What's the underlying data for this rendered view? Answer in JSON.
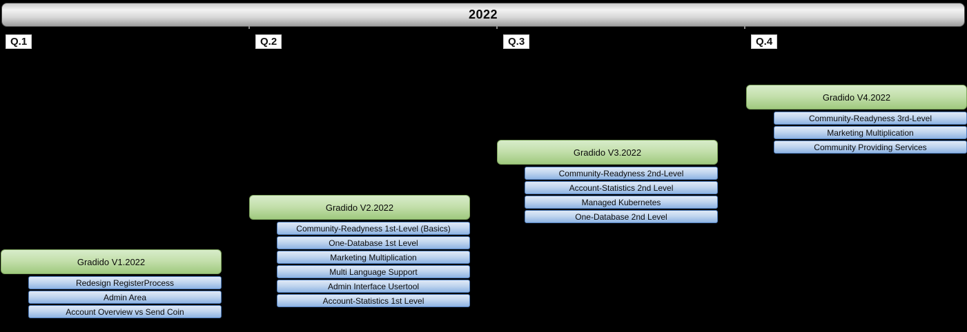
{
  "year": {
    "title": "2022"
  },
  "colors": {
    "background": "#000000",
    "year_bar_light": "#f2f2f2",
    "year_bar_dark": "#9c9c9c",
    "release_green_top": "#d8ecca",
    "release_green_bottom": "#9fc97e",
    "release_green_border": "#7fa65e",
    "item_blue_top": "#dfe9f7",
    "item_blue_bottom": "#8fb4e3",
    "item_blue_border": "#4f7dbc"
  },
  "quarters": [
    {
      "label": "Q.1",
      "release": "Gradido V1.2022",
      "items": [
        "Redesign RegisterProcess",
        "Admin Area",
        "Account Overview vs Send Coin"
      ]
    },
    {
      "label": "Q.2",
      "release": "Gradido V2.2022",
      "items": [
        "Community-Readyness 1st-Level (Basics)",
        "One-Database 1st Level",
        "Marketing Multiplication",
        "Multi Language Support",
        "Admin Interface Usertool",
        "Account-Statistics 1st Level"
      ]
    },
    {
      "label": "Q.3",
      "release": "Gradido V3.2022",
      "items": [
        "Community-Readyness 2nd-Level",
        "Account-Statistics 2nd Level",
        "Managed Kubernetes",
        "One-Database 2nd Level"
      ]
    },
    {
      "label": "Q.4",
      "release": "Gradido V4.2022",
      "items": [
        "Community-Readyness 3rd-Level",
        "Marketing Multiplication",
        "Community Providing Services"
      ]
    }
  ]
}
